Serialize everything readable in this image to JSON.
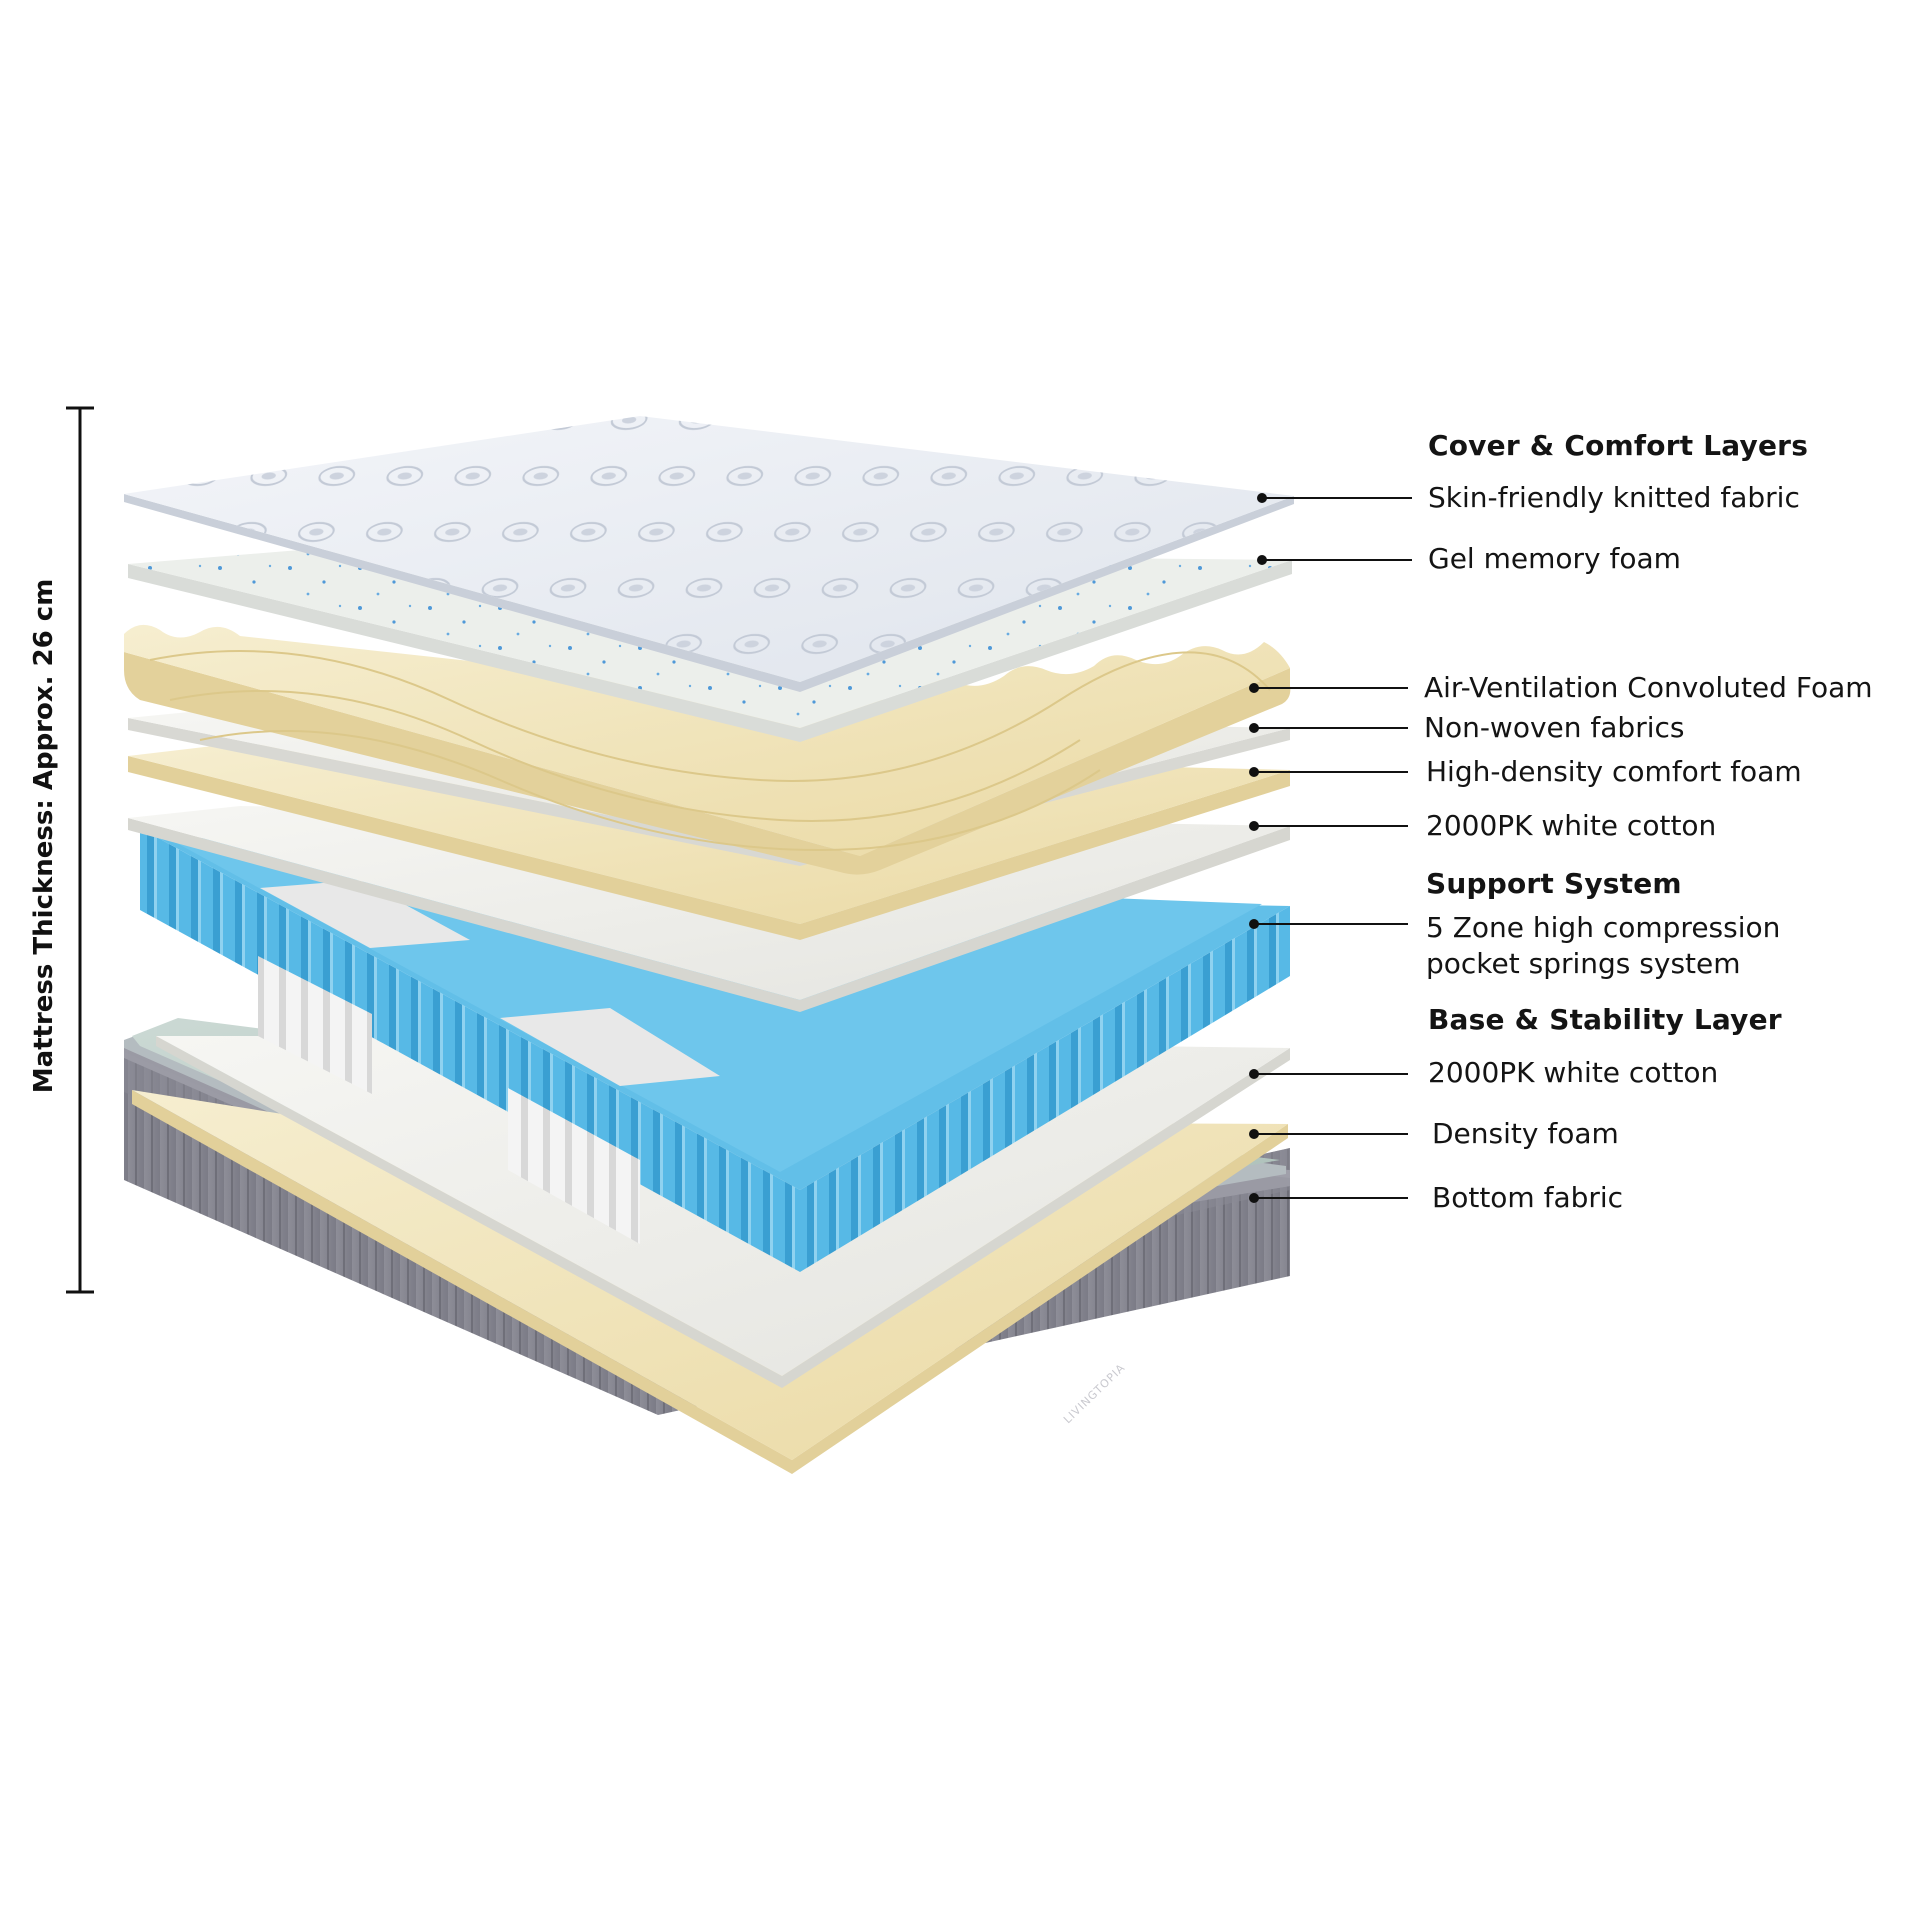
{
  "dimension": {
    "label": "Mattress Thickness: Approx. 26 cm"
  },
  "brand": {
    "text": "LIVINGTOPIA"
  },
  "sections": {
    "cover": "Cover & Comfort Layers",
    "support": "Support System",
    "base": "Base & Stability Layer"
  },
  "layers": [
    {
      "id": "knit",
      "label": "Skin-friendly knitted fabric"
    },
    {
      "id": "gel",
      "label": "Gel memory foam"
    },
    {
      "id": "convoluted",
      "label": "Air-Ventilation Convoluted Foam"
    },
    {
      "id": "nonwoven",
      "label": "Non-woven fabrics"
    },
    {
      "id": "hd-foam",
      "label": "High-density comfort foam"
    },
    {
      "id": "cotton-top",
      "label": "2000PK white cotton"
    },
    {
      "id": "springs",
      "label": "5 Zone high compression pocket springs system"
    },
    {
      "id": "cotton-bottom",
      "label": "2000PK white cotton"
    },
    {
      "id": "density-foam",
      "label": "Density foam"
    },
    {
      "id": "bottom-fabric",
      "label": "Bottom fabric"
    }
  ],
  "colors": {
    "quilt": "#e8ecf2",
    "foam_yellow": "#f3e8bf",
    "cotton": "#eeeeea",
    "spring_blue": "#4fb6e6",
    "spring_white": "#f2f2f2",
    "base_grey": "#8b8b95",
    "base_top": "#b8c9c3"
  }
}
